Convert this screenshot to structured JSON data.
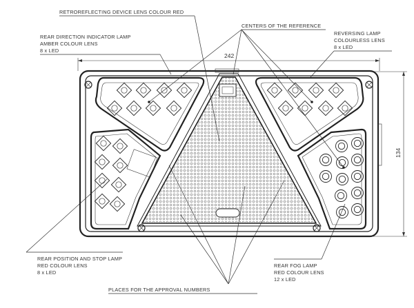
{
  "labels": {
    "retro": "RETROREFLECTING DEVICE LENS COLOUR RED",
    "centers": "CENTERS OF THE REFERENCE",
    "direction": [
      "REAR DIRECTION INDICATOR LAMP",
      "AMBER COLOUR LENS",
      "8 x LED"
    ],
    "reversing": [
      "REVERSING LAMP",
      "COLOURLESS LENS",
      "8 x LED"
    ],
    "position": [
      "REAR POSITION AND STOP LAMP",
      "RED COLOUR LENS",
      "8 x LED"
    ],
    "fog": [
      "REAR FOG LAMP",
      "RED COLOUR LENS",
      "12 x LED"
    ],
    "approval": "PLACES FOR THE APPROVAL NUMBERS"
  },
  "dimensions": {
    "width": "242",
    "height": "134"
  }
}
